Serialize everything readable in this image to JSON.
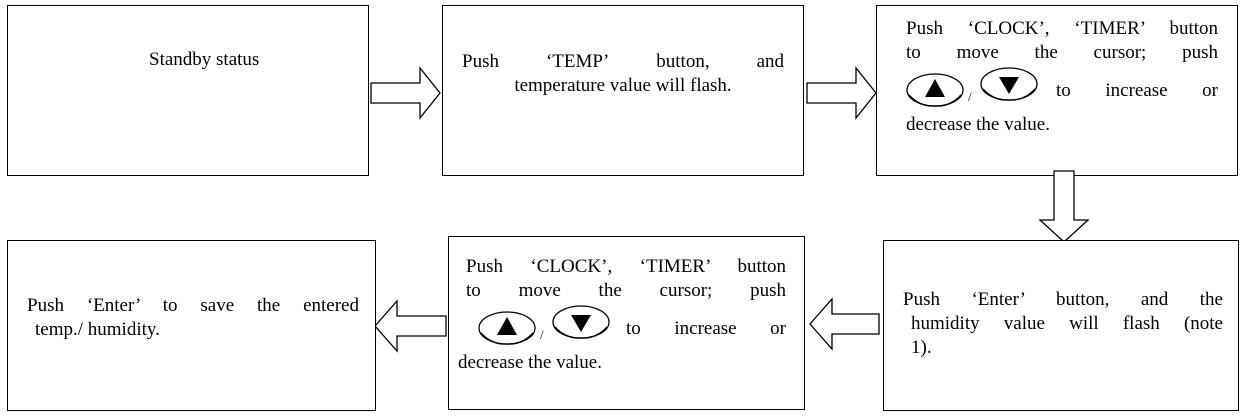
{
  "flowchart": {
    "steps": [
      {
        "lines": [
          "Standby status"
        ]
      },
      {
        "lines": [
          "Push",
          "‘TEMP’",
          "button,",
          "and",
          "temperature value will flash."
        ]
      },
      {
        "lines": [
          "Push ‘CLOCK’, ‘TIMER’ button",
          "to move the cursor; push",
          "/",
          "to increase or",
          "decrease the value."
        ]
      },
      {
        "lines": [
          "Push ‘Enter’ button, and the",
          "humidity value will flash (note",
          "1)."
        ]
      },
      {
        "lines": [
          "Push ‘CLOCK’, ‘TIMER’ button",
          "to move the cursor; push",
          "/",
          "to increase or",
          "decrease the value."
        ]
      },
      {
        "lines": [
          "Push ‘Enter’ to save the entered",
          "temp./ humidity."
        ]
      }
    ],
    "icons": [
      "up-arrow-button-icon",
      "down-arrow-button-icon"
    ],
    "colors": {
      "stroke": "#000000",
      "fill": "#ffffff"
    }
  }
}
